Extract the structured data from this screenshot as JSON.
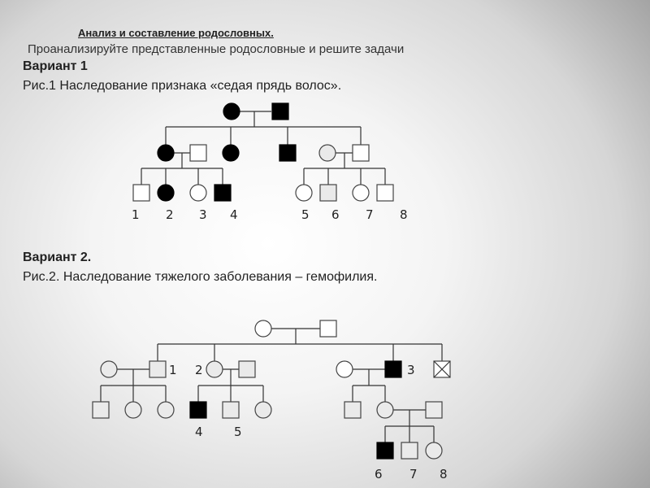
{
  "header": {
    "title": "Анализ и составление  родословных.",
    "subtitle": "Проанализируйте  представленные  родословные  и решите  задачи"
  },
  "variant1": {
    "heading": "Вариант 1",
    "caption": "Рис.1 Наследование признака «седая прядь волос».",
    "labels": [
      "1",
      "2",
      "3",
      "4",
      "5",
      "6",
      "7",
      "8"
    ]
  },
  "variant2": {
    "heading": "Вариант 2.",
    "caption": "Рис.2. Наследование тяжелого заболевания – гемофилия.",
    "labels": [
      "1",
      "2",
      "3",
      "4",
      "5",
      "6",
      "7",
      "8"
    ]
  }
}
